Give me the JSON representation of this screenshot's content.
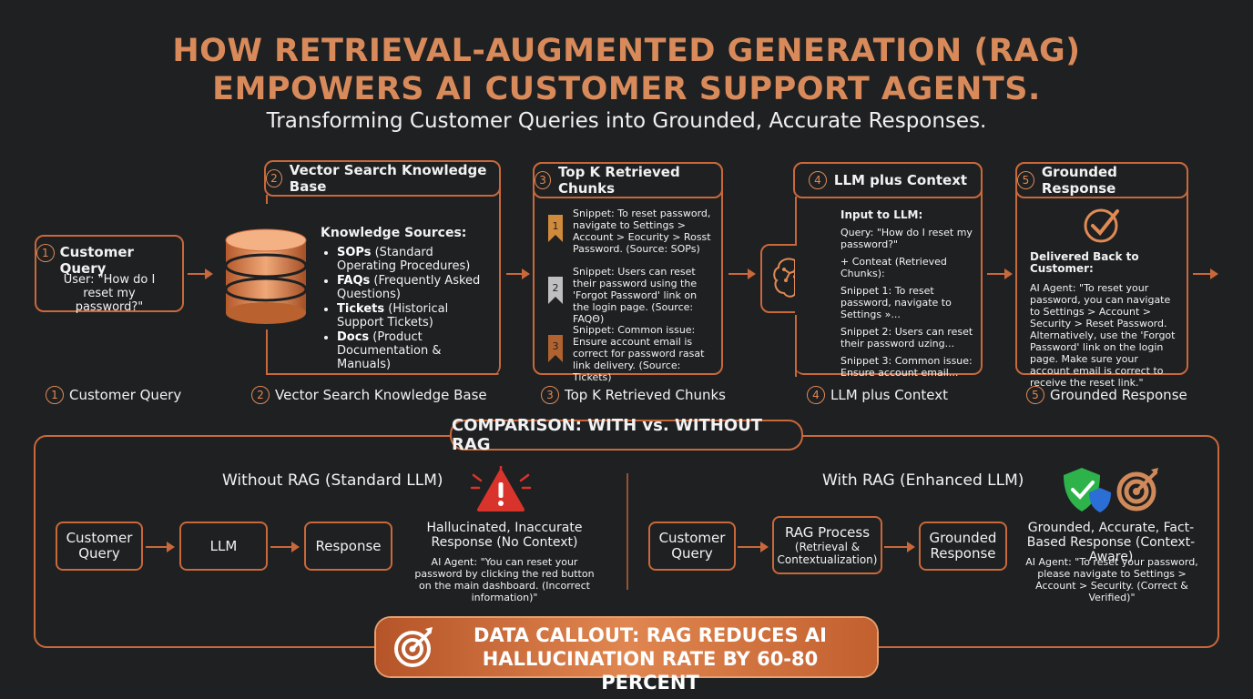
{
  "title_line1": "HOW RETRIEVAL-AUGMENTED GENERATION (RAG)",
  "title_line2": "EMPOWERS AI CUSTOMER SUPPORT AGENTS.",
  "subtitle": "Transforming Customer Queries into Grounded, Accurate Responses.",
  "steps": [
    {
      "num": "1",
      "label": "Customer Query"
    },
    {
      "num": "2",
      "label": "Vector Search Knowledge Base"
    },
    {
      "num": "3",
      "label": "Top K Retrieved Chunks"
    },
    {
      "num": "4",
      "label": "LLM plus Context"
    },
    {
      "num": "5",
      "label": "Grounded Response"
    }
  ],
  "query_text": "User: \"How do I reset my password?\"",
  "knowledge": {
    "heading": "Knowledge Sources:",
    "items": [
      {
        "name": "SOPs",
        "desc": " (Standard Operating Procedures)"
      },
      {
        "name": "FAQs",
        "desc": " (Frequently Asked Questions)"
      },
      {
        "name": "Tickets",
        "desc": " (Historical Support Tickets)"
      },
      {
        "name": "Docs",
        "desc": " (Product Documentation & Manuals)"
      }
    ]
  },
  "chunks": [
    {
      "rank": "1",
      "text": "Snippet: To reset password, navigate to Settings > Account > Eocurity > Rosst Password. (Source: SOPs)"
    },
    {
      "rank": "2",
      "text": "Snippet: Users can reset their password using the 'Forgot Password' link on the login page. (Source: FAQΘ)"
    },
    {
      "rank": "3",
      "text": "Snippet: Common issue: Ensure account email is correct for password rasat link delivery. (Source: Tickets)"
    }
  ],
  "llm": {
    "heading": "Input to LLM:",
    "query": "Query: \"How do I reset my password?\"",
    "context_heading": "+ Conteat (Retrieved Chunks):",
    "snippets": [
      "Snippet 1: To reset password, navigate to Settings »...",
      "Snippet 2: Users can reset their password uzing...",
      "Snippet 3: Common issue: Ensure account email..."
    ]
  },
  "grounded": {
    "heading": "Delivered Back to Customer:",
    "text": "AI Agent: \"To reset your password, you can navigate to Settings > Account > Security > Reset Password. Alternatively, use the 'Forgot Password' link on the login page. Make sure your account email is correct to receive the reset link.\""
  },
  "comparison": {
    "title": "COMPARISON: WITH vs. WITHOUT RAG",
    "without": {
      "heading": "Without RAG (Standard LLM)",
      "boxes": [
        "Customer Query",
        "LLM",
        "Response"
      ],
      "result_title": "Hallucinated, Inaccurate Response (No Context)",
      "result_text": "AI Agent: \"You can reset your password by clicking the red button on the main dashboard. (Incorrect information)\""
    },
    "with": {
      "heading": "With RAG (Enhanced LLM)",
      "boxes": [
        "Customer Query",
        "RAG Process",
        "Grounded Response"
      ],
      "rag_sub": "(Retrieval & Contextualization)",
      "result_title": "Grounded, Accurate, Fact-Based Response (Context-Aware)",
      "result_text": "AI Agent: \"To reset your password, please navigate to Settings > Account > Security. (Correct & Verified)\""
    }
  },
  "callout": "DATA CALLOUT: RAG REDUCES AI HALLUCINATION RATE BY 60-80 PERCENT",
  "colors": {
    "accent": "#c9683a",
    "title": "#d98a5a",
    "background": "#1e2022",
    "alert": "#d9342b",
    "shield": "#2db34a"
  }
}
